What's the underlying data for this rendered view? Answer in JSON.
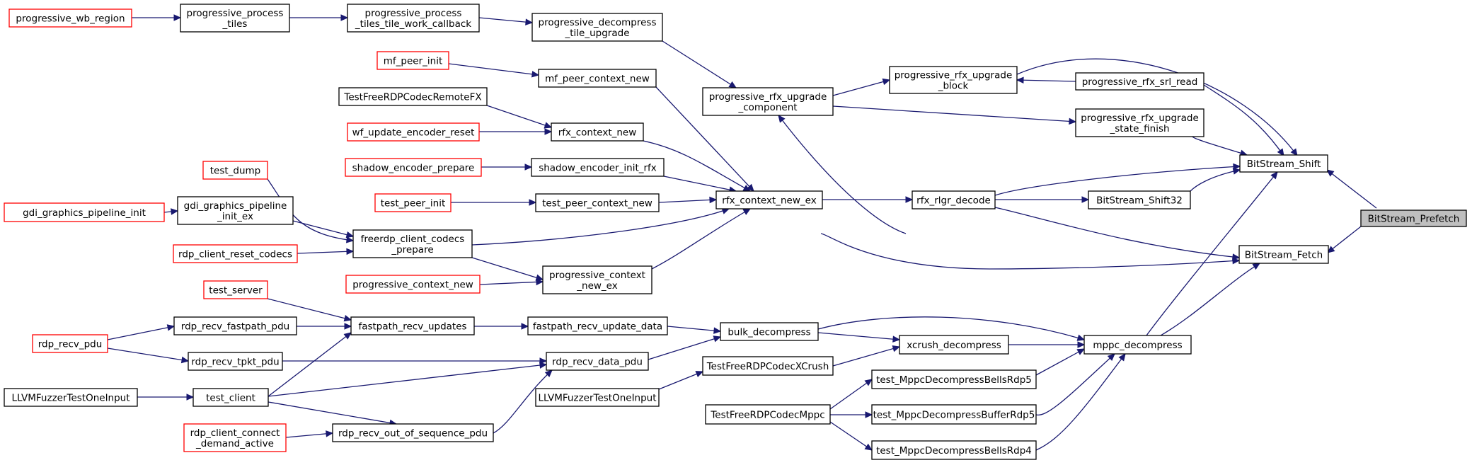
{
  "graph": {
    "colors": {
      "edge": "#191970",
      "external_border": "#ff0000",
      "node_border": "#000000",
      "root_fill": "#bfbfbf"
    },
    "nodes": {
      "n1": {
        "lines": [
          "BitStream_Prefetch"
        ],
        "type": "root"
      },
      "n2": {
        "lines": [
          "BitStream_Shift"
        ],
        "type": "normal"
      },
      "n3": {
        "lines": [
          "BitStream_Fetch"
        ],
        "type": "normal"
      },
      "n4": {
        "lines": [
          "progressive_rfx_upgrade",
          "_block"
        ],
        "type": "normal"
      },
      "n5": {
        "lines": [
          "progressive_rfx_srl_read"
        ],
        "type": "normal"
      },
      "n6": {
        "lines": [
          "progressive_rfx_upgrade",
          "_state_finish"
        ],
        "type": "normal"
      },
      "n7": {
        "lines": [
          "rfx_rlgr_decode"
        ],
        "type": "normal"
      },
      "n8": {
        "lines": [
          "BitStream_Shift32"
        ],
        "type": "normal"
      },
      "n9": {
        "lines": [
          "mppc_decompress"
        ],
        "type": "normal"
      },
      "n10": {
        "lines": [
          "progressive_rfx_upgrade",
          "_component"
        ],
        "type": "normal"
      },
      "n11": {
        "lines": [
          "rfx_context_new_ex"
        ],
        "type": "normal"
      },
      "n12": {
        "lines": [
          "xcrush_decompress"
        ],
        "type": "normal"
      },
      "n13": {
        "lines": [
          "bulk_decompress"
        ],
        "type": "normal"
      },
      "n14": {
        "lines": [
          "test_MppcDecompressBellsRdp5"
        ],
        "type": "normal"
      },
      "n15": {
        "lines": [
          "test_MppcDecompressBufferRdp5"
        ],
        "type": "normal"
      },
      "n16": {
        "lines": [
          "test_MppcDecompressBellsRdp4"
        ],
        "type": "normal"
      },
      "n17": {
        "lines": [
          "TestFreeRDPCodecXCrush"
        ],
        "type": "normal"
      },
      "n18": {
        "lines": [
          "TestFreeRDPCodecMppc"
        ],
        "type": "normal"
      },
      "n19": {
        "lines": [
          "progressive_decompress",
          "_tile_upgrade"
        ],
        "type": "normal"
      },
      "n20": {
        "lines": [
          "progressive_process",
          "_tiles_tile_work_callback"
        ],
        "type": "normal"
      },
      "n21": {
        "lines": [
          "progressive_process",
          "_tiles"
        ],
        "type": "normal"
      },
      "n22": {
        "lines": [
          "progressive_wb_region"
        ],
        "type": "external"
      },
      "n23": {
        "lines": [
          "mf_peer_context_new"
        ],
        "type": "normal"
      },
      "n24": {
        "lines": [
          "mf_peer_init"
        ],
        "type": "external"
      },
      "n25": {
        "lines": [
          "rfx_context_new"
        ],
        "type": "normal"
      },
      "n26": {
        "lines": [
          "TestFreeRDPCodecRemoteFX"
        ],
        "type": "normal"
      },
      "n27": {
        "lines": [
          "wf_update_encoder_reset"
        ],
        "type": "external"
      },
      "n28": {
        "lines": [
          "shadow_encoder_init_rfx"
        ],
        "type": "normal"
      },
      "n29": {
        "lines": [
          "shadow_encoder_prepare"
        ],
        "type": "external"
      },
      "n30": {
        "lines": [
          "test_peer_context_new"
        ],
        "type": "normal"
      },
      "n31": {
        "lines": [
          "test_peer_init"
        ],
        "type": "external"
      },
      "n32": {
        "lines": [
          "freerdp_client_codecs",
          "_prepare"
        ],
        "type": "normal"
      },
      "n33": {
        "lines": [
          "test_dump"
        ],
        "type": "external"
      },
      "n34": {
        "lines": [
          "gdi_graphics_pipeline",
          "_init_ex"
        ],
        "type": "normal"
      },
      "n35": {
        "lines": [
          "gdi_graphics_pipeline_init"
        ],
        "type": "external"
      },
      "n36": {
        "lines": [
          "rdp_client_reset_codecs"
        ],
        "type": "external"
      },
      "n37": {
        "lines": [
          "progressive_context",
          "_new_ex"
        ],
        "type": "normal"
      },
      "n38": {
        "lines": [
          "progressive_context_new"
        ],
        "type": "external"
      },
      "n39": {
        "lines": [
          "fastpath_recv_update_data"
        ],
        "type": "normal"
      },
      "n40": {
        "lines": [
          "fastpath_recv_updates"
        ],
        "type": "normal"
      },
      "n41": {
        "lines": [
          "test_server"
        ],
        "type": "external"
      },
      "n42": {
        "lines": [
          "rdp_recv_fastpath_pdu"
        ],
        "type": "normal"
      },
      "n43": {
        "lines": [
          "rdp_recv_pdu"
        ],
        "type": "external"
      },
      "n44": {
        "lines": [
          "rdp_recv_tpkt_pdu"
        ],
        "type": "normal"
      },
      "n45": {
        "lines": [
          "rdp_recv_data_pdu"
        ],
        "type": "normal"
      },
      "n46": {
        "lines": [
          "test_client"
        ],
        "type": "normal"
      },
      "n47": {
        "lines": [
          "LLVMFuzzerTestOneInput"
        ],
        "type": "normal"
      },
      "n48": {
        "lines": [
          "rdp_recv_out_of_sequence_pdu"
        ],
        "type": "normal"
      },
      "n49": {
        "lines": [
          "rdp_client_connect",
          "_demand_active"
        ],
        "type": "external"
      },
      "n50": {
        "lines": [
          "LLVMFuzzerTestOneInput"
        ],
        "type": "normal"
      }
    }
  }
}
